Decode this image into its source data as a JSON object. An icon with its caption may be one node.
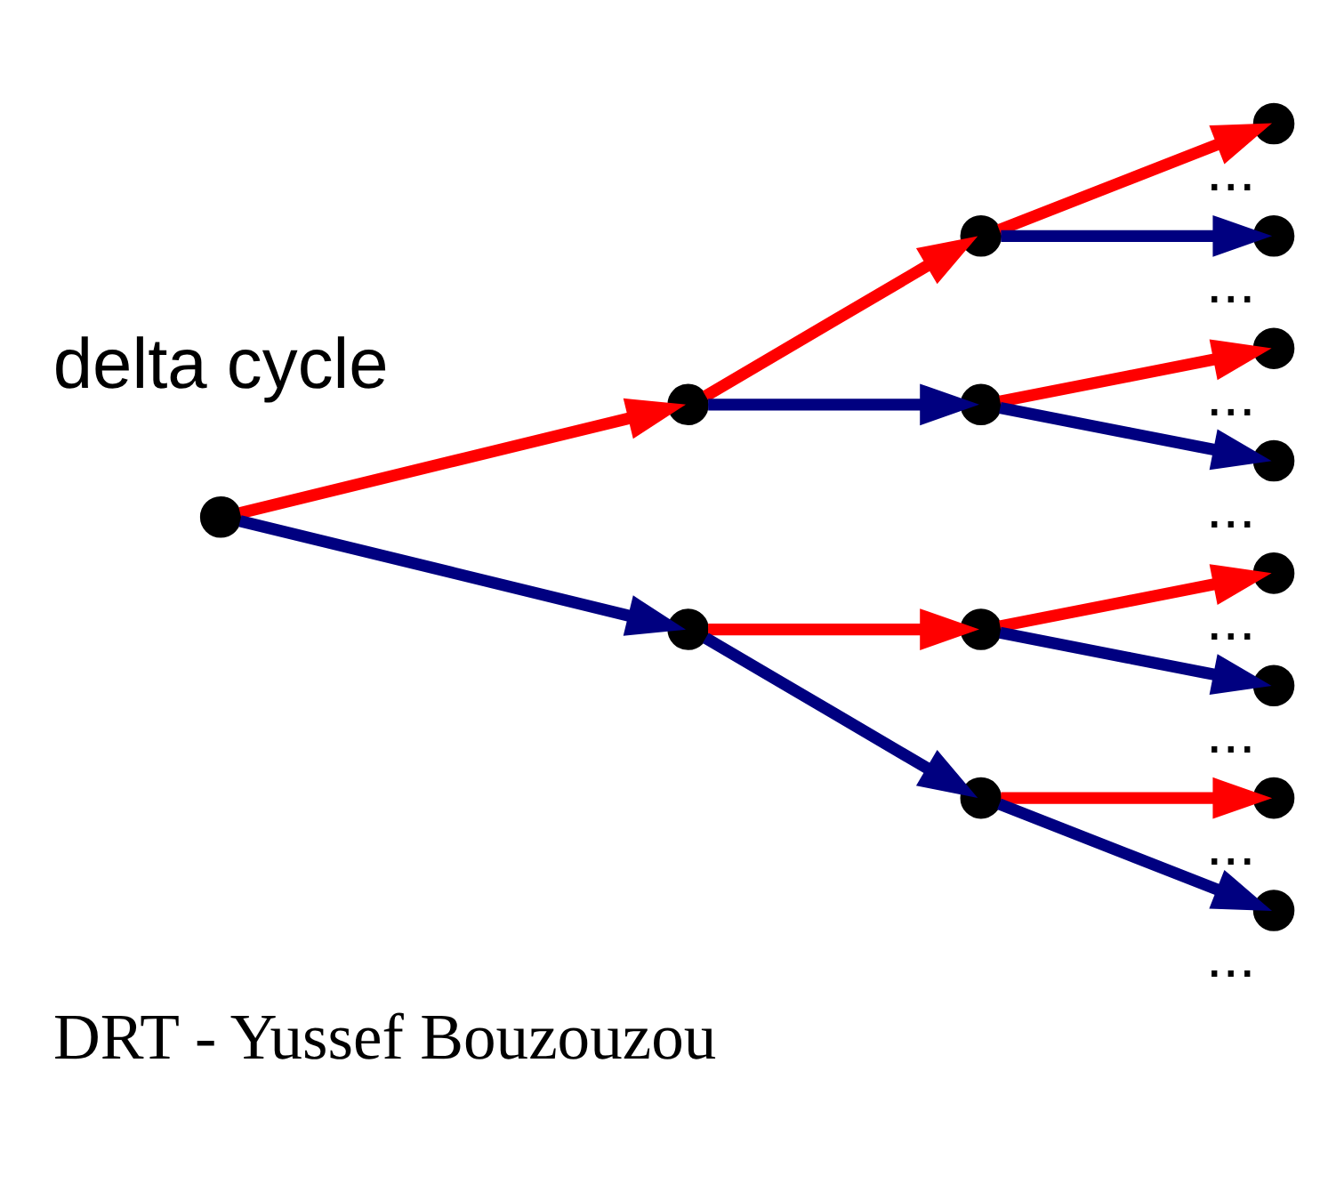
{
  "diagram": {
    "caption": "DRT - Yussef Bouzouzou",
    "nodes": [
      {
        "text": [],
        "shape": "circle"
      },
      {
        "text": [],
        "shape": "circle"
      },
      {
        "text": [],
        "shape": "circle"
      },
      {
        "text": [],
        "shape": "circle"
      },
      {
        "text": [],
        "shape": "circle"
      },
      {
        "text": [],
        "shape": "circle"
      },
      {
        "text": [],
        "shape": "circle"
      },
      {
        "text": [],
        "shape": "circle",
        "beside": [
          "..."
        ]
      },
      {
        "text": [],
        "shape": "circle",
        "beside": [
          "..."
        ]
      },
      {
        "text": [],
        "shape": "circle",
        "beside": [
          "..."
        ]
      },
      {
        "text": [],
        "shape": "circle",
        "beside": [
          "..."
        ]
      },
      {
        "text": [],
        "shape": "circle",
        "beside": [
          "..."
        ]
      },
      {
        "text": [],
        "shape": "circle",
        "beside": [
          "..."
        ]
      },
      {
        "text": [],
        "shape": "circle",
        "beside": [
          "..."
        ]
      },
      {
        "text": [],
        "shape": "circle",
        "beside": [
          "..."
        ]
      }
    ],
    "edges": [
      {
        "from": 0,
        "to": 1,
        "arrow": "to",
        "color": "#ff0000"
      },
      {
        "from": 0,
        "to": 2,
        "arrow": "to",
        "color": "#000080"
      },
      {
        "from": 1,
        "to": 3,
        "arrow": "to",
        "color": "#ff0000"
      },
      {
        "from": 1,
        "to": 4,
        "arrow": "to",
        "color": "#000080"
      },
      {
        "from": 2,
        "to": 5,
        "arrow": "to",
        "color": "#ff0000"
      },
      {
        "from": 2,
        "to": 6,
        "arrow": "to",
        "color": "#000080"
      },
      {
        "from": 3,
        "to": 7,
        "arrow": "to",
        "color": "#ff0000"
      },
      {
        "from": 3,
        "to": 8,
        "arrow": "to",
        "color": "#000080"
      },
      {
        "from": 4,
        "to": 9,
        "arrow": "to",
        "color": "#ff0000"
      },
      {
        "from": 4,
        "to": 10,
        "arrow": "to",
        "color": "#000080"
      },
      {
        "from": 5,
        "to": 11,
        "arrow": "to",
        "color": "#ff0000"
      },
      {
        "from": 5,
        "to": 12,
        "arrow": "to",
        "color": "#000080"
      },
      {
        "from": 6,
        "to": 13,
        "arrow": "to",
        "color": "#ff0000"
      },
      {
        "from": 6,
        "to": 14,
        "arrow": "to",
        "color": "#000080"
      }
    ],
    "labels": [
      "delta cycle"
    ]
  }
}
